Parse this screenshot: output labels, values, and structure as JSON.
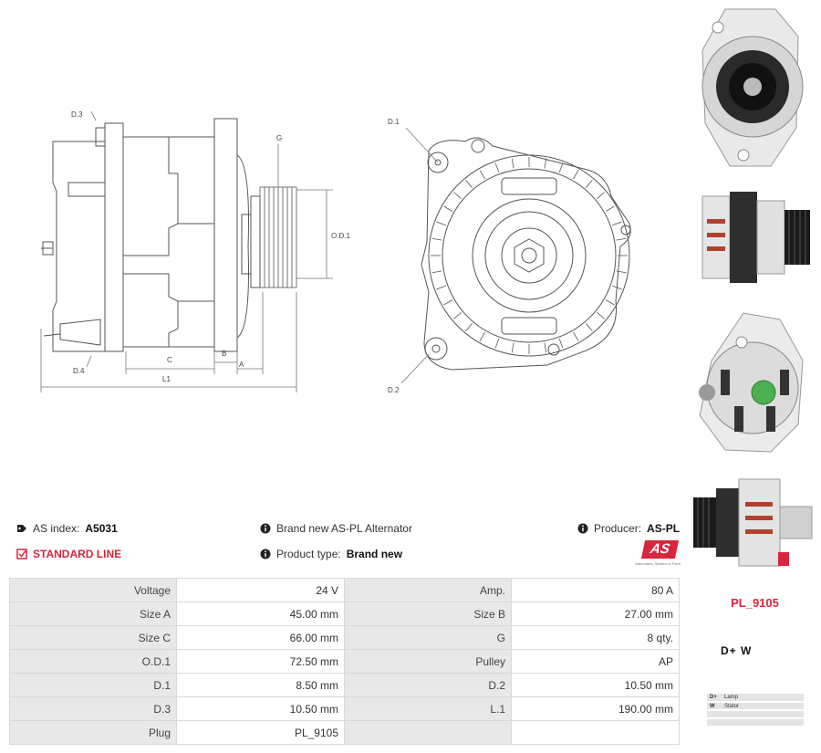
{
  "drawing": {
    "side_labels": {
      "d3": "D.3",
      "d4": "D.4",
      "g": "G",
      "od1": "O.D.1",
      "c": "C",
      "b": "B",
      "a": "A",
      "l1": "L1"
    },
    "front_labels": {
      "d1": "D.1",
      "d2": "D.2"
    }
  },
  "photos": [
    "front-view",
    "side-view-left",
    "rear-view",
    "side-view-right"
  ],
  "info": {
    "as_index_label": "AS index:",
    "as_index_value": "A5031",
    "line": "STANDARD LINE",
    "description": "Brand new AS-PL Alternator",
    "product_type_label": "Product type:",
    "product_type_value": "Brand new",
    "producer_label": "Producer:",
    "producer_value": "AS-PL",
    "logo_text": "AS",
    "logo_tagline": "Alternators, Starters & Parts"
  },
  "specs": [
    [
      {
        "k": "Voltage",
        "v": "24 V"
      },
      {
        "k": "Amp.",
        "v": "80 A"
      }
    ],
    [
      {
        "k": "Size A",
        "v": "45.00 mm"
      },
      {
        "k": "Size B",
        "v": "27.00 mm"
      }
    ],
    [
      {
        "k": "Size C",
        "v": "66.00 mm"
      },
      {
        "k": "G",
        "v": "8 qty."
      }
    ],
    [
      {
        "k": "O.D.1",
        "v": "72.50 mm"
      },
      {
        "k": "Pulley",
        "v": "AP"
      }
    ],
    [
      {
        "k": "D.1",
        "v": "8.50 mm"
      },
      {
        "k": "D.2",
        "v": "10.50 mm"
      }
    ],
    [
      {
        "k": "D.3",
        "v": "10.50 mm"
      },
      {
        "k": "L.1",
        "v": "190.00 mm"
      }
    ],
    [
      {
        "k": "Plug",
        "v": "PL_9105"
      },
      {
        "k": "",
        "v": ""
      }
    ]
  ],
  "plug": {
    "code": "PL_9105",
    "pins_label": "D+   W",
    "pins": [
      {
        "pin": "D+",
        "desc": "Lamp"
      },
      {
        "pin": "W",
        "desc": "Stator"
      },
      {
        "pin": "",
        "desc": ""
      },
      {
        "pin": "",
        "desc": ""
      }
    ]
  },
  "colors": {
    "accent": "#d7263d",
    "table_key_bg": "#e8e8e8",
    "border": "#d8d8d8"
  }
}
